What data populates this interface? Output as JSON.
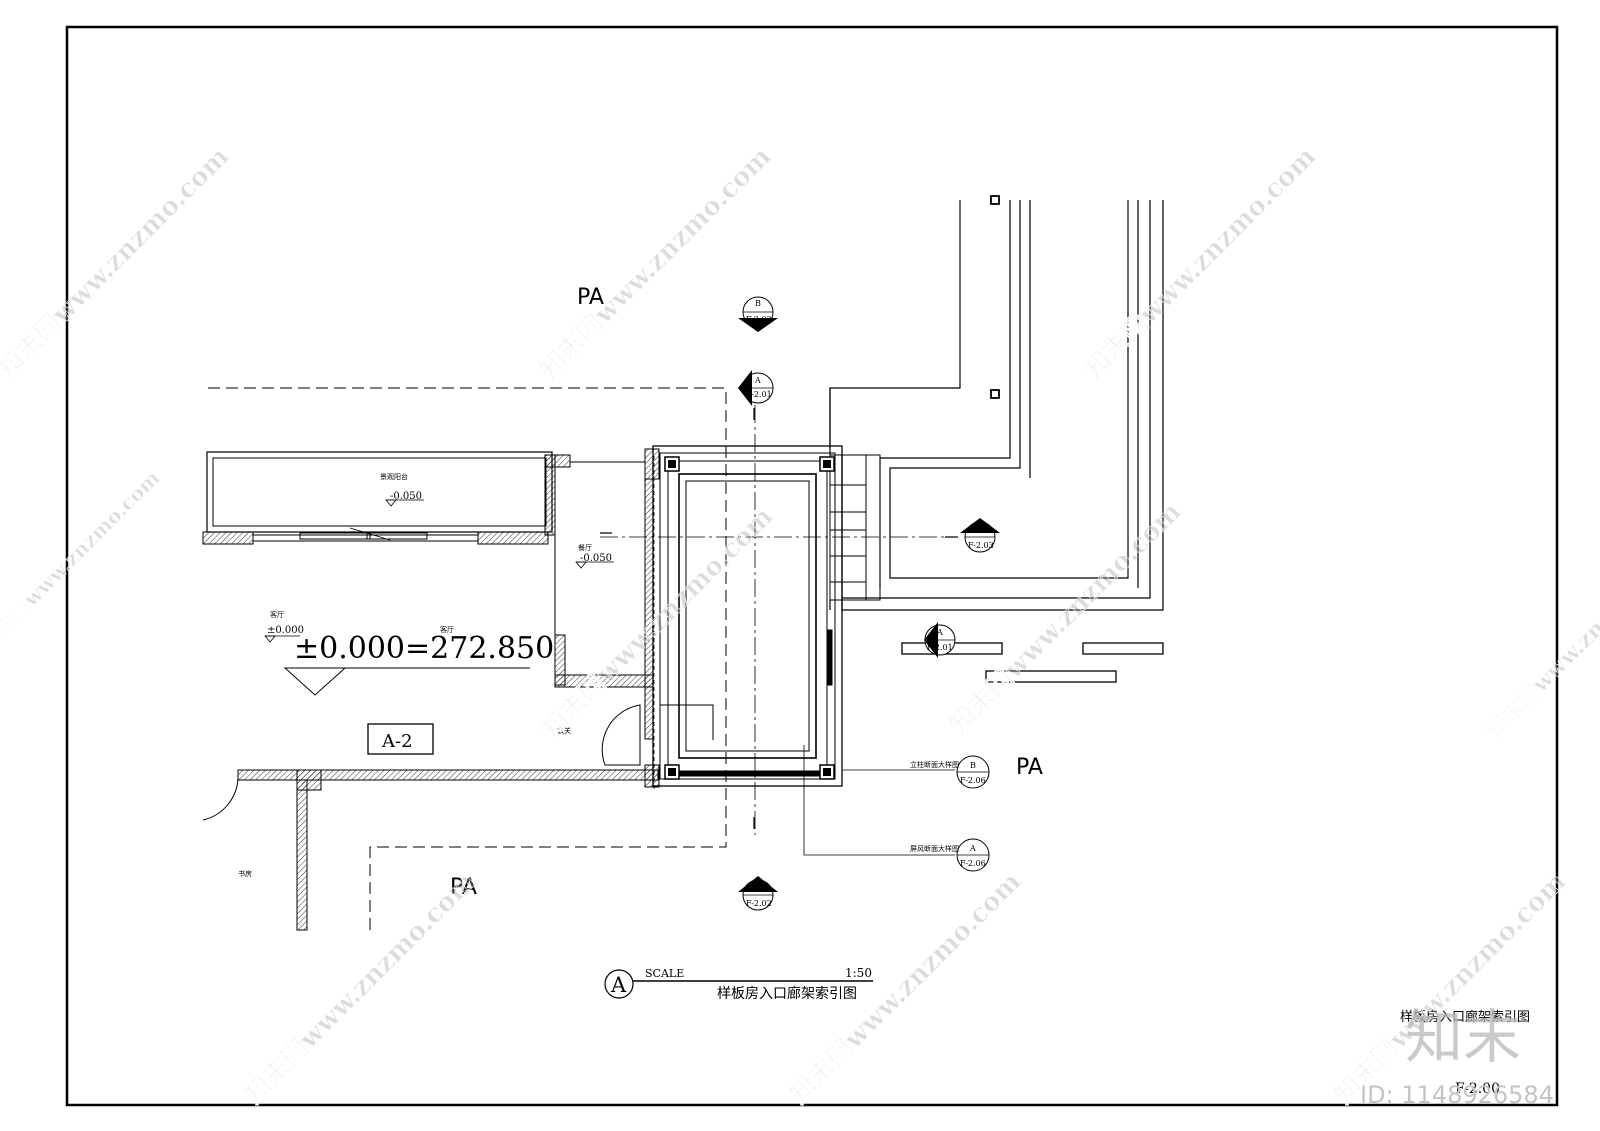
{
  "drawing": {
    "zone_labels": [
      "PA",
      "PA",
      "PA"
    ],
    "room_labels": {
      "balcony": "景观阳台",
      "hall": "客厅",
      "dining": "餐厅",
      "entry": "玄关",
      "study": "书房"
    },
    "elevations": {
      "balcony": "-0.050",
      "dining": "-0.050",
      "hall": "±0.000"
    },
    "datum": "±0.000=272.850",
    "grid_tag": "A-2",
    "section_marks": [
      {
        "letter": "B",
        "ref": "F-2.02"
      },
      {
        "letter": "A",
        "ref": "F-2.01"
      },
      {
        "letter": "A",
        "ref": "F-2.03"
      },
      {
        "letter": "A",
        "ref": "F-2.01"
      },
      {
        "letter": "A",
        "ref": "F-2.02"
      }
    ],
    "detail_callouts": [
      {
        "label": "立柱断面大样图",
        "letter": "B",
        "ref": "F-2.06"
      },
      {
        "label": "屏风断面大样图",
        "letter": "A",
        "ref": "F-2.06"
      }
    ],
    "title_block": {
      "letter": "A",
      "scale_label": "SCALE",
      "scale": "1:50",
      "title": "样板房入口廊架索引图"
    },
    "sheet_title_fragment": "样板房入口廊架索引图",
    "sheet_no_fragment": "F-2.00"
  },
  "watermark": {
    "text": "知末网www.znzmo.com",
    "logo": "知末",
    "id": "ID: 1148926584"
  }
}
